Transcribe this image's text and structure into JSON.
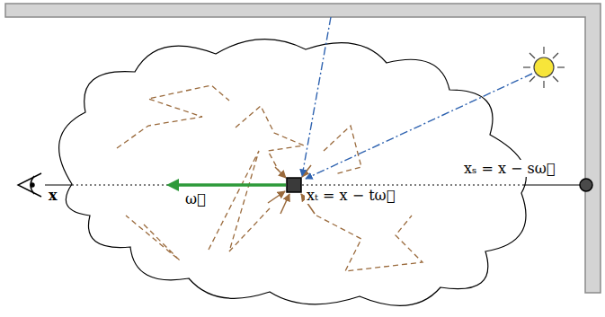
{
  "diagram": {
    "labels": [
      "x",
      "ω⃗",
      "xₜ = x − tω⃗",
      "xₛ = x − sω⃗"
    ]
  }
}
